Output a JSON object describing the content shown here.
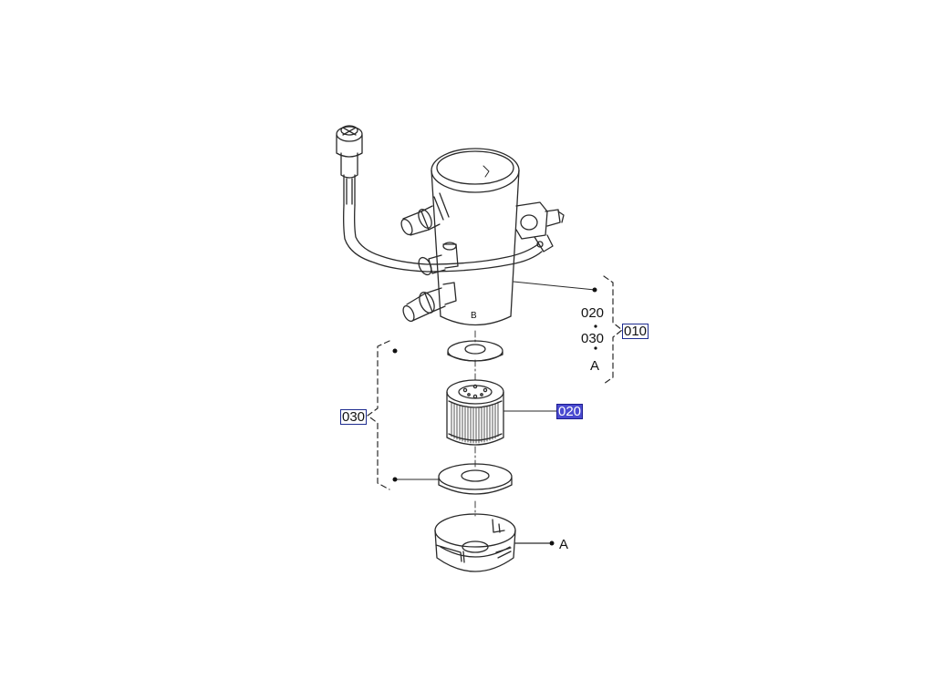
{
  "diagram": {
    "side_bracket": {
      "items": [
        "020",
        "030",
        "A"
      ],
      "callout": "010"
    },
    "left_bracket_callout": "030",
    "filter_callout": "020",
    "cap_ref": "A",
    "bottom_mark": "B",
    "colors": {
      "line": "#2a2a2a",
      "callout_border": "#1d2b8f",
      "highlight": "#4a4ad0"
    }
  }
}
